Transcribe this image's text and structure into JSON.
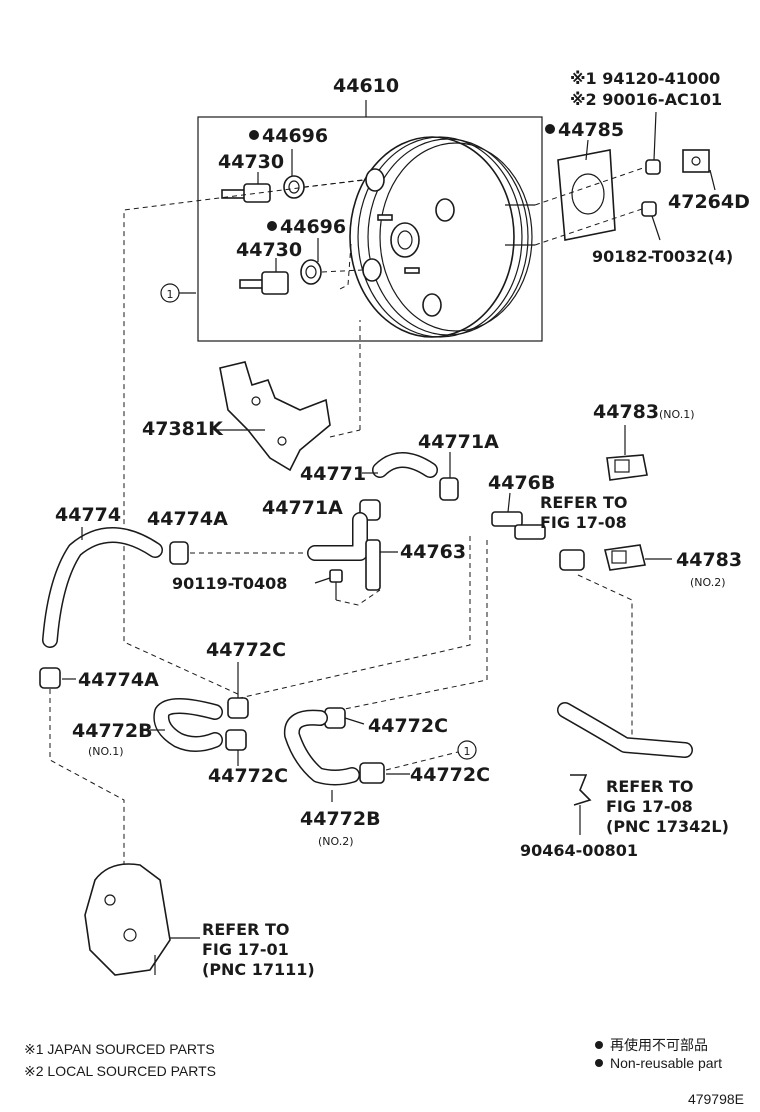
{
  "labels": {
    "booster": "44610",
    "gasket_upper": "44696",
    "valve_upper": "44730",
    "gasket_lower": "44696",
    "valve_lower": "44730",
    "gasket_plate": "44785",
    "spec1": "※1 94120-41000",
    "spec2": "※2 90016-AC101",
    "clevis": "47264D",
    "nut": "90182-T0032(4)",
    "bracket": "47381K",
    "sensor1": "44783",
    "sensor1_sub": "(NO.1)",
    "clamp_71a_upper": "44771A",
    "hose_71": "44771",
    "clamp_71a_lower": "44771A",
    "union": "4476B",
    "refer_a_1": "REFER TO",
    "refer_a_2": "FIG 17-08",
    "hose_74": "44774",
    "clamp_74a_upper": "44774A",
    "pipe_63": "44763",
    "bolt": "90119-T0408",
    "sensor2": "44783",
    "sensor2_sub": "(NO.2)",
    "clamp_74a_lower": "44774A",
    "clamp_72c_1": "44772C",
    "hose_72b_1": "44772B",
    "hose_72b_1_sub": "(NO.1)",
    "clamp_72c_2": "44772C",
    "clamp_72c_3": "44772C",
    "clamp_72c_4": "44772C",
    "hose_72b_2": "44772B",
    "hose_72b_2_sub": "(NO.2)",
    "refer_b_1": "REFER TO",
    "refer_b_2": "FIG 17-08",
    "refer_b_3": "(PNC 17342L)",
    "clip": "90464-00801",
    "refer_c_1": "REFER TO",
    "refer_c_2": "FIG 17-01",
    "refer_c_3": "(PNC 17111)",
    "callout": "1"
  },
  "legend": {
    "japan": "※1 JAPAN SOURCED PARTS",
    "local": "※2 LOCAL SOURCED PARTS",
    "nonreusable_jp": "再使用不可部品",
    "nonreusable_en": "Non-reusable part",
    "figure_id": "479798E"
  },
  "icons": {
    "nonreusable_marker": "filled-dot",
    "reference_marker": "circled-number"
  }
}
